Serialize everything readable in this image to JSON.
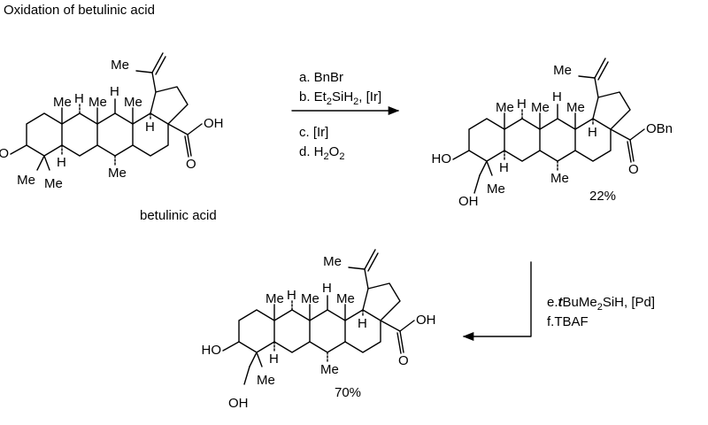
{
  "title": "Oxidation of betulinic acid",
  "compound_label": "betulinic acid",
  "step1": {
    "a": "a. BnBr",
    "b_prefix": "b. Et",
    "b_sub": "2",
    "b_suffix": "SiH",
    "b_sub2": "2",
    "b_rest": ", [Ir]",
    "c": "c. [Ir]",
    "d_prefix": "d. H",
    "d_sub": "2",
    "d_mid": "O",
    "d_sub2": "2"
  },
  "step2": {
    "e_prefix": "e.",
    "e_t": "t",
    "e_mid": "BuMe",
    "e_sub": "2",
    "e_rest": "SiH, [Pd]",
    "f": "f.TBAF"
  },
  "yield_1": "22%",
  "yield_2": "70%",
  "atoms": {
    "me": "Me",
    "h": "H",
    "ho": "HO",
    "oh": "OH",
    "o": "O",
    "obn": "OBn"
  }
}
